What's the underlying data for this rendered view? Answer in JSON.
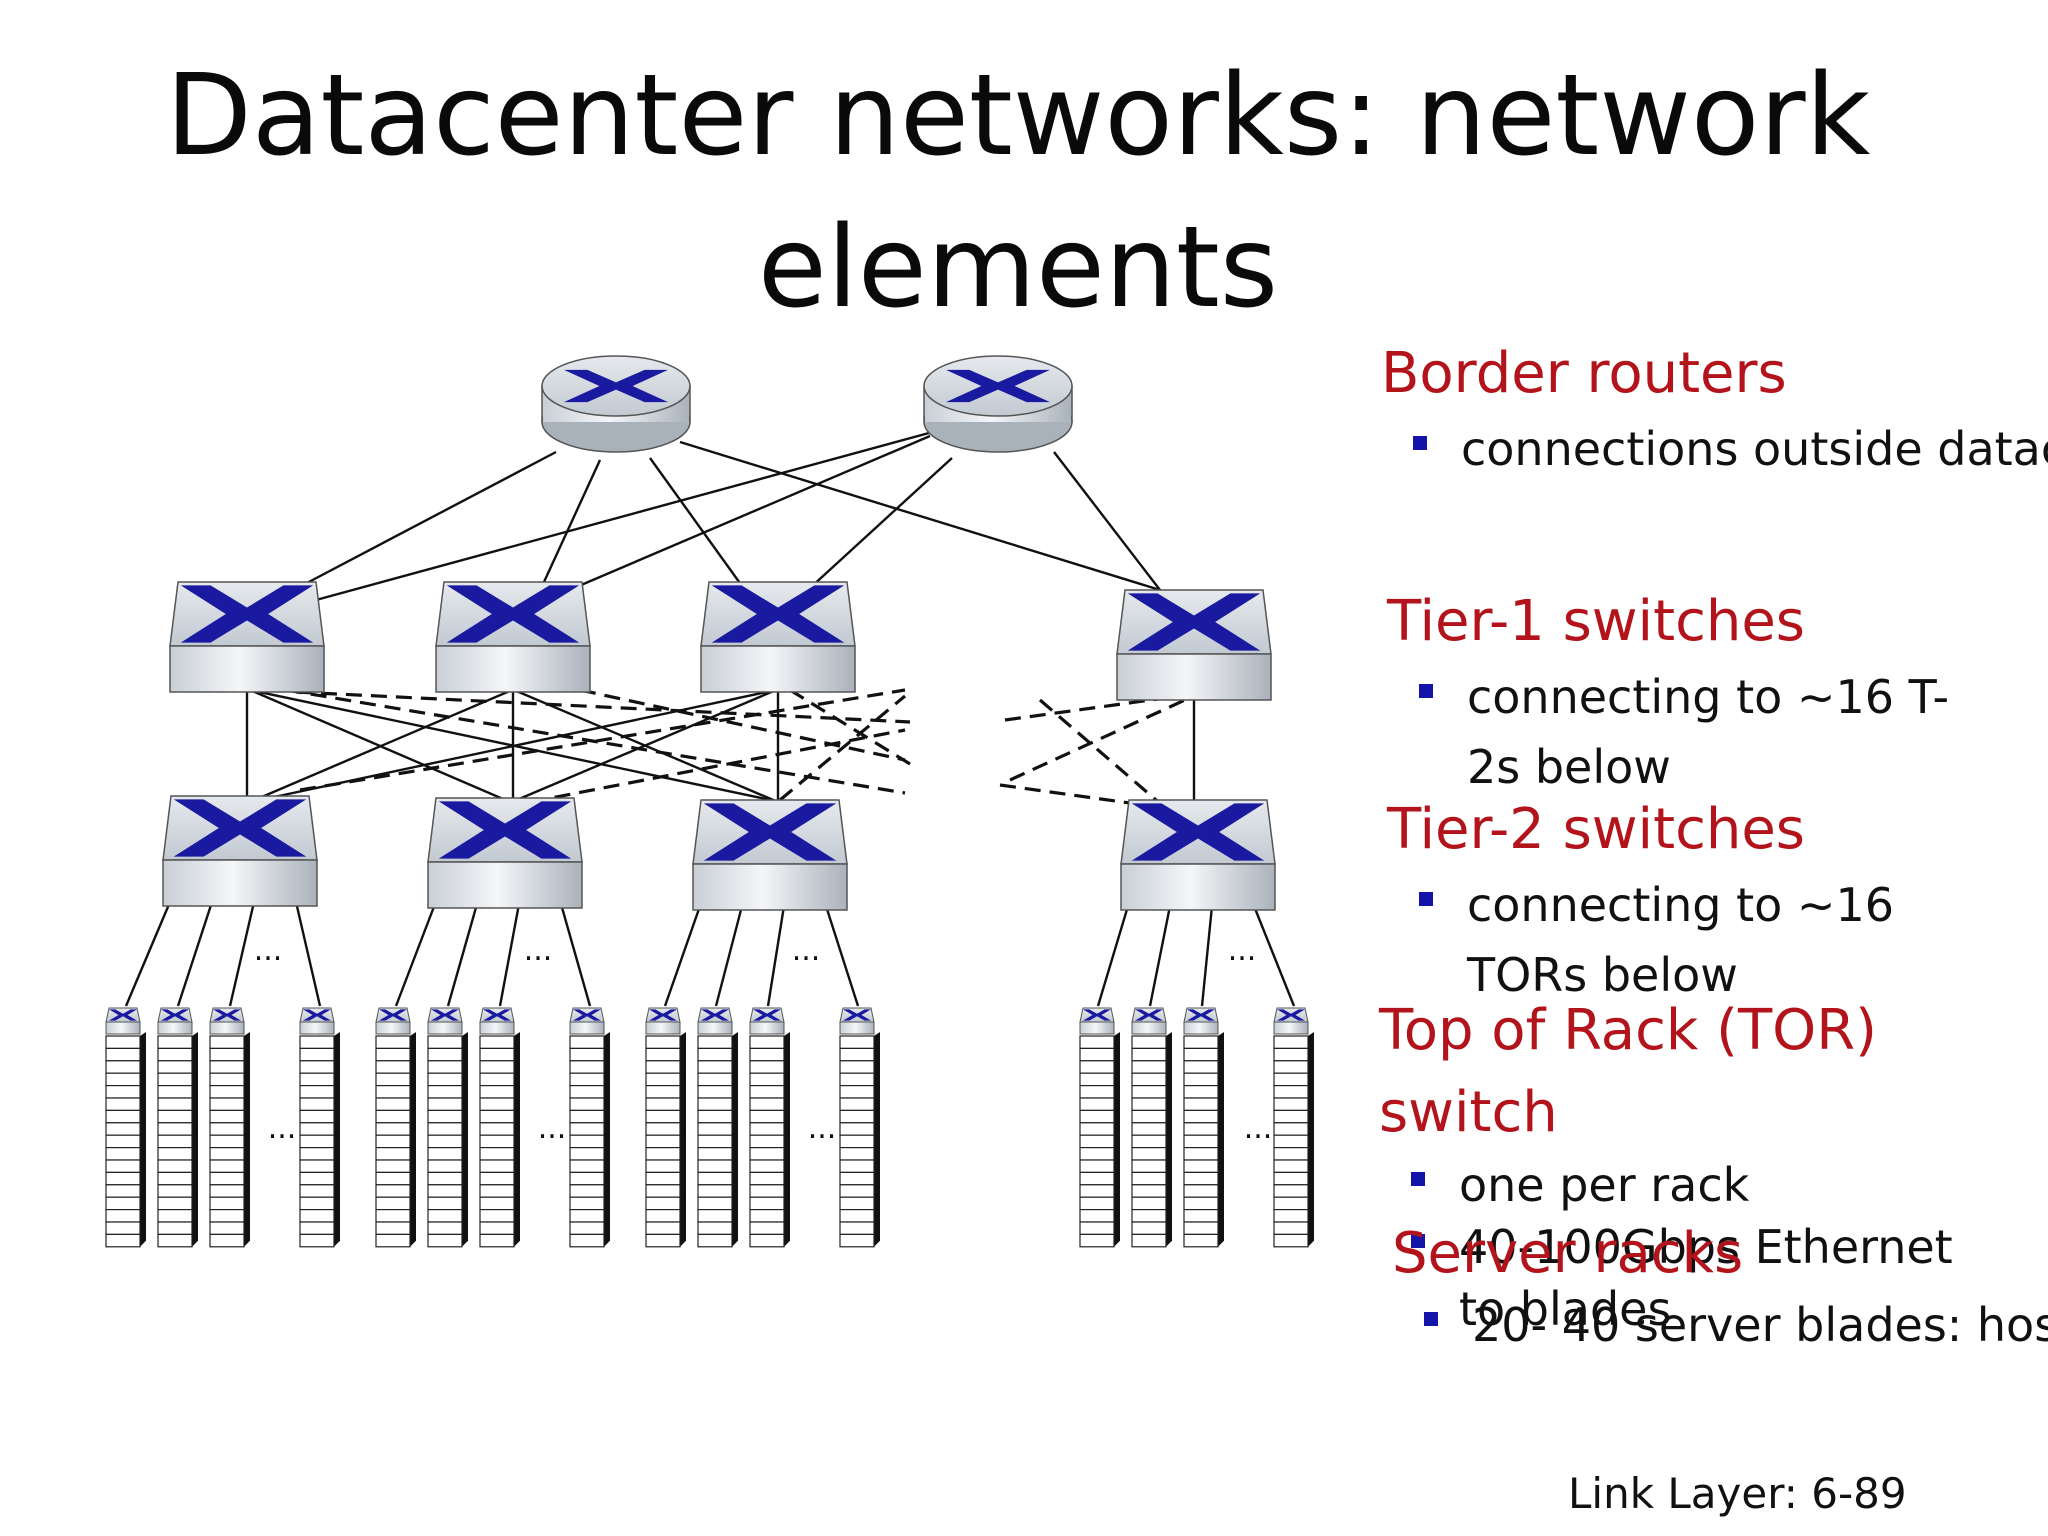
{
  "title_lines": [
    "Datacenter networks: network",
    "elements"
  ],
  "labels": {
    "border": {
      "heading": "Border routers",
      "bullet": "connections outside datac"
    },
    "tier1": {
      "heading": "Tier-1 switches",
      "bullet_lines": [
        "connecting to  ~16 T-",
        "2s below"
      ]
    },
    "tier2": {
      "heading": "Tier-2 switches",
      "bullet_lines": [
        "connecting to  ~16",
        "TORs below"
      ]
    },
    "tor": {
      "heading_lines": [
        "Top of Rack (TOR)",
        "switch"
      ],
      "bullet1": "one per rack",
      "bullet2_lines": [
        "40-100Gbps Ethernet",
        "to blades"
      ]
    },
    "racks": {
      "heading": "Server racks",
      "bullet": "20- 40 server blades: hos"
    }
  },
  "ellipsis": "...",
  "footer": "Link Layer: 6-89",
  "colors": {
    "heading": "#b3131a",
    "bullet": "#1414a8",
    "switch_arrow": "#1a1aa0"
  }
}
